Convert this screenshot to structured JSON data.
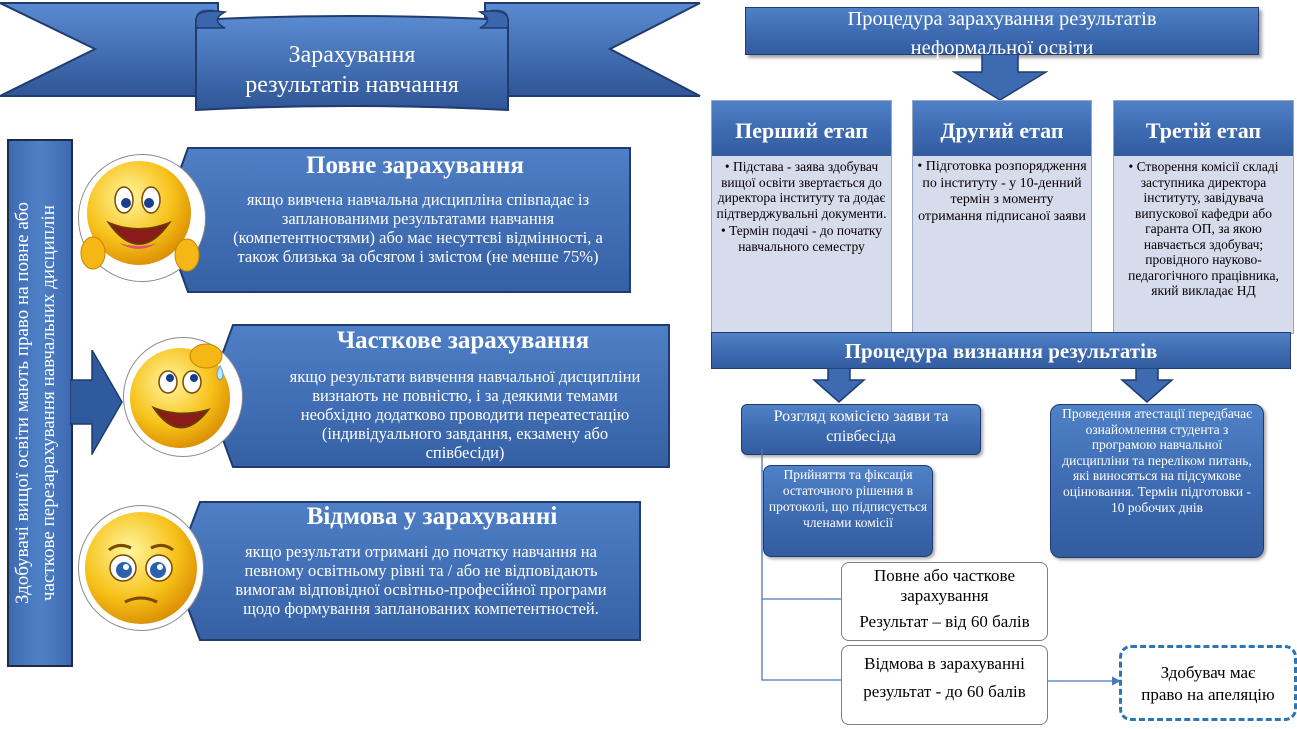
{
  "banner": {
    "title_line1": "Зарахування",
    "title_line2": "результатів навчання"
  },
  "vertical_banner": {
    "line1": "Здобувачі вищої освіти мають право на повне або",
    "line2": "часткове перезарахування навчальних дисциплін"
  },
  "cards": [
    {
      "title": "Повне зарахування",
      "text": "якщо вивчена навчальна дисципліна співпадає із запланованими результатами навчання (компетентностями) або має несуттєві відмінності, а також близька за обсягом і змістом (не менше 75%)",
      "emoji": "big-smile-emoji-icon"
    },
    {
      "title": "Часткове зарахування",
      "text": "якщо результати вивчення навчальної дисципліни визнають не повністю, і за деякими темами необхідно додатково проводити переатестацію (індивідуального завдання, екзамену або співбесіди)",
      "emoji": "sweating-emoji-icon"
    },
    {
      "title": "Відмова у зарахуванні",
      "text": "якщо результати отримані до початку навчання на певному освітньому рівні та / або не відповідають вимогам відповідної освітньо-професійної програми щодо формування запланованих компетентностей.",
      "emoji": "sad-emoji-icon"
    }
  ],
  "procedure": {
    "title_line1": "Процедура зарахування результатів",
    "title_line2": "неформальної освіти"
  },
  "stages": [
    {
      "title": "Перший етап",
      "bullets": [
        "Підстава - заява здобувач вищої освіти звертається до директора інституту та додає підтверджувальні документи.",
        "Термін подачі - до початку навчального семестру"
      ]
    },
    {
      "title": "Другий етап",
      "bullets": [
        "Підготовка розпорядження по інституту - у 10-денний термін з моменту отримання підписаної заяви"
      ]
    },
    {
      "title": "Третій етап",
      "bullets": [
        "Створення комісії складі заступника директора інституту, завідувача випускової кафедри або гаранта ОП, за якою навчається здобувач; провідного науково- педагогічного працівника, який викладає НД"
      ]
    }
  ],
  "recognition_bar": "Процедура визнання результатів",
  "review_box": "Розгляд комісією заяви та співбесіда",
  "attestation_box": "Проведення атестації передбачає ознайомлення студента з програмою навчальної дисципліни та переліком питань, які виносяться на підсумкове оцінювання. Термін підготовки - 10 робочих днів",
  "decision_box": "Прийняття та фіксація остаточного рішення в протоколі, що підписується членами комісії",
  "full_partial": {
    "line1": "Повне або часткове",
    "line2": "зарахування",
    "line3": "Результат – від 60 балів"
  },
  "refusal": {
    "line1": "Відмова в зарахуванні",
    "line2": "результат - до 60 балів"
  },
  "appeal": {
    "line1": "Здобувач має",
    "line2": "право на апеляцію"
  },
  "colors": {
    "primary_blue": "#4472c4",
    "dark_blue": "#2a4d8f",
    "light_panel": "#d7dcec",
    "dashed_border": "#2e75b6"
  }
}
